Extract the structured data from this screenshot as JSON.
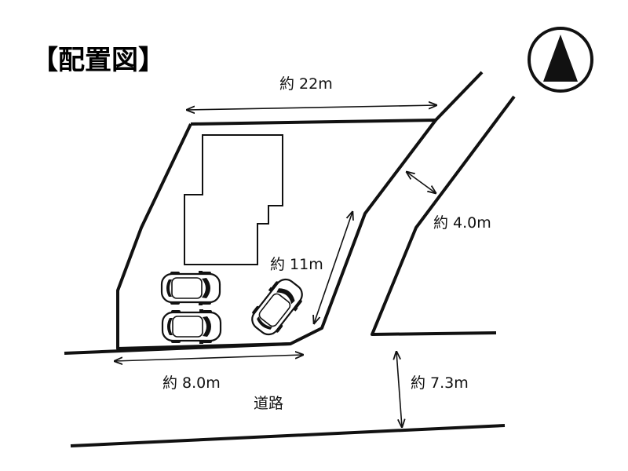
{
  "title": "【配置図】",
  "compass": {
    "icon": "north-arrow-icon"
  },
  "dimensions": {
    "frontage_top": "約 22m",
    "side_road_width": "約 4.0m",
    "depth": "約 11m",
    "frontage_bottom": "約 8.0m",
    "road_width": "約 7.3m"
  },
  "road_label": "道路",
  "cars": {
    "count": 3,
    "icon": "car-icon"
  },
  "colors": {
    "line": "#000000",
    "background": "#ffffff"
  }
}
